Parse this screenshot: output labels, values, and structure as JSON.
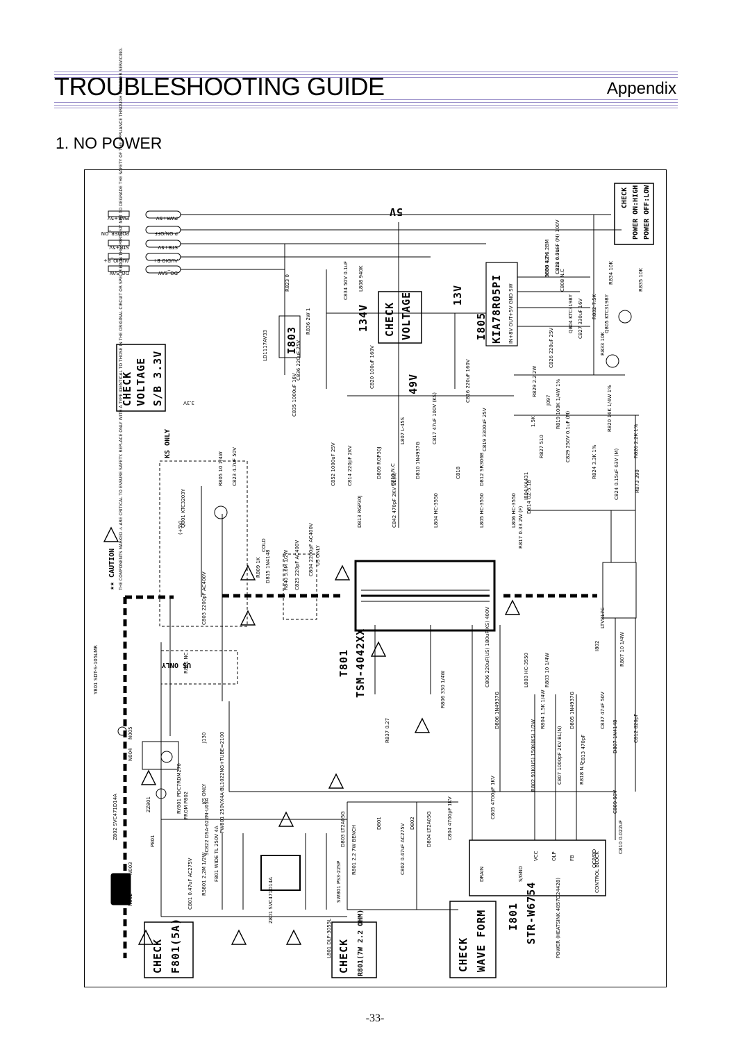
{
  "header": {
    "title": "TROUBLESHOOTING GUIDE",
    "section_name": "Appendix"
  },
  "section": {
    "heading": "1. NO POWER"
  },
  "page_number": "-33-",
  "schematic": {
    "connectors_top": [
      {
        "name": "PWR+5V",
        "net": "PWR+5V"
      },
      {
        "name": "POWER_ON",
        "net": "P ON/OFF"
      },
      {
        "name": "STB+5V",
        "net": "STB+5V"
      },
      {
        "name": "AUDIO_B+",
        "net": "AUDIO B+"
      },
      {
        "name": "DG_S/W",
        "net": "DG_S/W"
      }
    ],
    "check_boxes": {
      "power": [
        "CHECK",
        "POWER ON:HIGH",
        "POWER OFF:LOW"
      ],
      "voltage_main": [
        "CHECK",
        "VOLTAGE"
      ],
      "voltage_sb": [
        "CHECK",
        "VOLTAGE",
        "S/B 3.3V"
      ],
      "fuse": [
        "CHECK",
        "F801(5A)"
      ],
      "resistor": [
        "CHECK",
        "R801(7W 2.2 OHM)"
      ],
      "waveform": [
        "CHECK",
        "WAVE FORM"
      ]
    },
    "voltage_marks": [
      "5V",
      "13V",
      "134V",
      "49V",
      "3.3V"
    ],
    "ics": {
      "i805": {
        "ref": "I805",
        "part": "KIA78R05PI",
        "pins": "IN+8V OUT+5V GND SW"
      },
      "i803": {
        "ref": "I803",
        "part": "LD1117AV33"
      },
      "i801": {
        "ref": "I801",
        "part": "STR-W6754",
        "pins": [
          "DRAIN",
          "S/GND",
          "VCC",
          "OLP",
          "FB",
          "OCP/BD"
        ],
        "block": "CONTROL BLOCK",
        "heatsink": "POWER (HEATSINK:4857D24428)"
      },
      "t801": {
        "ref": "T801",
        "part": "TSM-4042XX"
      },
      "i802": {
        "ref": "I802",
        "part": "LTV817C"
      }
    },
    "parts": [
      "R830 4.7K",
      "C828 4.7uF",
      "C808 N.C",
      "R834 10K",
      "R835 10K",
      "Q805 KTC3198Y",
      "R832 7.5K",
      "R833 10K",
      "Q804 KTC3198Y",
      "C827 330uF 16V",
      "C826 220uF 25V",
      "R829 2.2 2W",
      "J097",
      "1.5K",
      "R819 100K 1/4W 1%",
      "R820 16K 1/4W 1%",
      "R826 2.2K 1%",
      "R827 510",
      "C829 250V 0.1uF (M)",
      "R824 3.3K 1%",
      "I804 KA431",
      "C824 0.15uF 63V (M)",
      "R873 390",
      "D814 UZ-5.1B",
      "R823 0",
      "R836 2W 1",
      "C836 220uF 25V",
      "C835 1000uF 16V",
      "C834 50V 0.1uF",
      "L808 940K",
      "C820 100uF 160V",
      "C816 220uF 160V",
      "L807 L-45S",
      "C817 47uF 100V (KS)",
      "C819 3300uF 25V",
      "C852 1000uF 25V",
      "C814 220pF 2KV",
      "D809 RGP30J",
      "C815 N.C",
      "D810 1N4937G",
      "C818",
      "D812 SR306B",
      "D813 RGP30J",
      "C842 470pF 2KV BL(N)",
      "L804 HC-3550",
      "L805 HC-3550",
      "L806 HC-3550",
      "R817 0.33 2W (F)",
      "R805 10 1/4W",
      "C823 4.7uF 50V",
      "Q801 KTC3203Y",
      "R809 1K",
      "D815 1N4148",
      "R840 5.6M 1/2W",
      "C825 220pF AC400V",
      "C804 2200pF AC400V",
      "C803 2200pF AC400V",
      "R821 NC",
      "Y801 SDT-S-105LMR",
      "J130",
      "ZZ801",
      "RY801 PDC7RDM270",
      "P801",
      "Z802 SVC471D14A",
      "SC822 DSA-622M-U05A",
      "PW801 250VX4A-BL1022NG+TUBE=2100",
      "F801 WIDE TL 250V 4A",
      "R5801 2.2M 1/2W",
      "C801 0.47uF AC275V",
      "Z801 SVC471D14A",
      "SW801 PS3-22SP",
      "L801 DLF-3055L",
      "R801 2.2 7W BENCH",
      "C802 0.47uF AC275V",
      "D801",
      "D802",
      "D803 LT2A05G",
      "D804 LT2A05G",
      "C804 4700pF 1KV",
      "C805 4700pF 1KV",
      "R802 91K(US) 150K(KS) 1/2W",
      "C807 1000pF 2KV BL(N)",
      "R818 N.C",
      "C809 50V",
      "C810 0.022uF",
      "R837 0.27",
      "R806 330 1/4W",
      "C806 220uF(US) 180uF(KS) 400V",
      "L803 HC-3550",
      "R803 10 1/4W",
      "D806 1N4937G",
      "R804 1.5K 1/4W",
      "D805 1N4937G",
      "C837 47uF 50V",
      "C813 470pF",
      "D807 1N4148",
      "C812 820pF",
      "R807 10 1/4W",
      "D808 UZ-6.2BM",
      "C811 0.01uF (M) 100V"
    ],
    "notes": {
      "caution_title": "★★ CAUTION",
      "caution_text": "THE COMPONENTS MARKED ⚠ ARE CRITICAL TO ENSURE SAFETY. REPLACE ONLY WITH A TYPE IDENTICAL TO THOSE IN THE ORIGINAL CIRCUIT OR SPECIFIED IN THE 'PARTLIST' NOT TO DEGRADE THE SAFETY OF THE APPLIANCE THROUGH IMPROPER SERVICING.",
      "ks_only": "KS ONLY",
      "us_only": "US ONLY",
      "cold": "COLD",
      "from_p802": "FROM P802",
      "ks_only_p801": "KS ONLY",
      "plus5v": "(+5V)",
      "n_labels": [
        "N002",
        "N003",
        "N004",
        "N005"
      ]
    }
  }
}
